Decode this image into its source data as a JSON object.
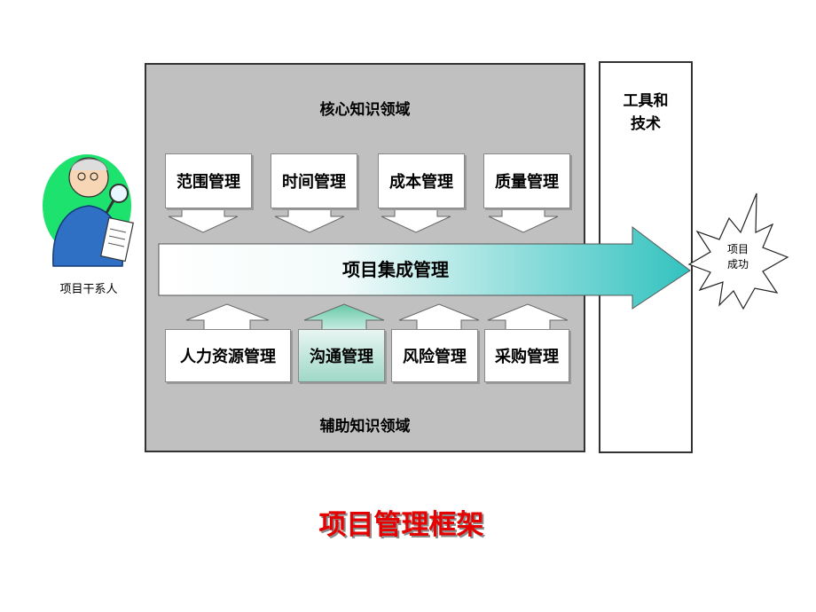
{
  "core": {
    "title": "核心知识领域",
    "boxes": [
      "范围管理",
      "时间管理",
      "成本管理",
      "质量管理"
    ]
  },
  "support": {
    "title": "辅助知识领域",
    "boxes": [
      "人力资源管理",
      "沟通管理",
      "风险管理",
      "采购管理"
    ]
  },
  "integration": {
    "label": "项目集成管理"
  },
  "tools": {
    "line1": "工具和",
    "line2": "技术"
  },
  "success": {
    "line1": "项目",
    "line2": "成功"
  },
  "stakeholder": {
    "label": "项目干系人"
  },
  "caption": {
    "text": "项目管理框架"
  },
  "colors": {
    "panel": "#c0c0c0",
    "arrow_start": "#ffffff",
    "arrow_end": "#33c2bf",
    "caption": "#e60000",
    "highlight": "#9fd8c8"
  }
}
